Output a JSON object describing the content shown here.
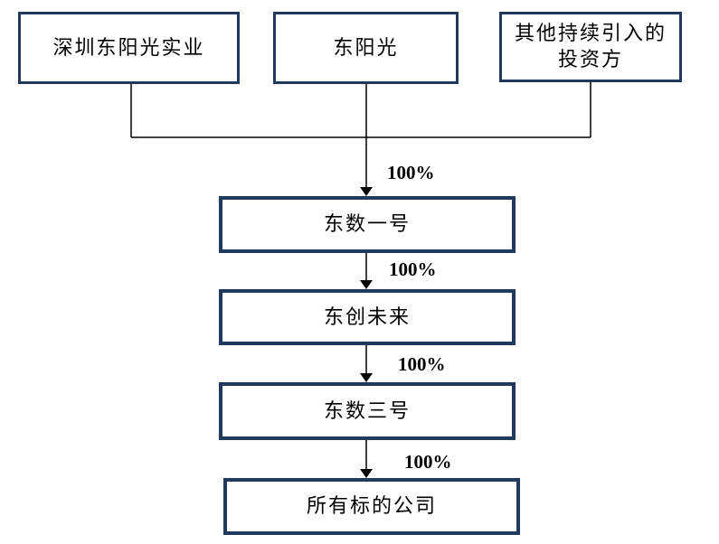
{
  "diagram": {
    "type": "ownership-structure-flowchart",
    "colors": {
      "background": "#ffffff",
      "box_border": "#203a5e",
      "line": "#000000",
      "text": "#000000"
    },
    "nodes": [
      {
        "id": "shenzhen-dongyangguang-shiye",
        "label": "深圳东阳光实业"
      },
      {
        "id": "dongyangguang",
        "label": "东阳光"
      },
      {
        "id": "other-continuing-investors",
        "label": "其他持续引入的\n投资方"
      },
      {
        "id": "dongshu-yihao",
        "label": "东数一号"
      },
      {
        "id": "dongchuang-weilai",
        "label": "东创未来"
      },
      {
        "id": "dongshu-sanhao",
        "label": "东数三号"
      },
      {
        "id": "all-target-companies",
        "label": "所有标的公司"
      }
    ],
    "edges": [
      {
        "from": [
          "shenzhen-dongyangguang-shiye",
          "dongyangguang",
          "other-continuing-investors"
        ],
        "to": "dongshu-yihao",
        "label": "100%"
      },
      {
        "from": "dongshu-yihao",
        "to": "dongchuang-weilai",
        "label": "100%"
      },
      {
        "from": "dongchuang-weilai",
        "to": "dongshu-sanhao",
        "label": "100%"
      },
      {
        "from": "dongshu-sanhao",
        "to": "all-target-companies",
        "label": "100%"
      }
    ]
  }
}
